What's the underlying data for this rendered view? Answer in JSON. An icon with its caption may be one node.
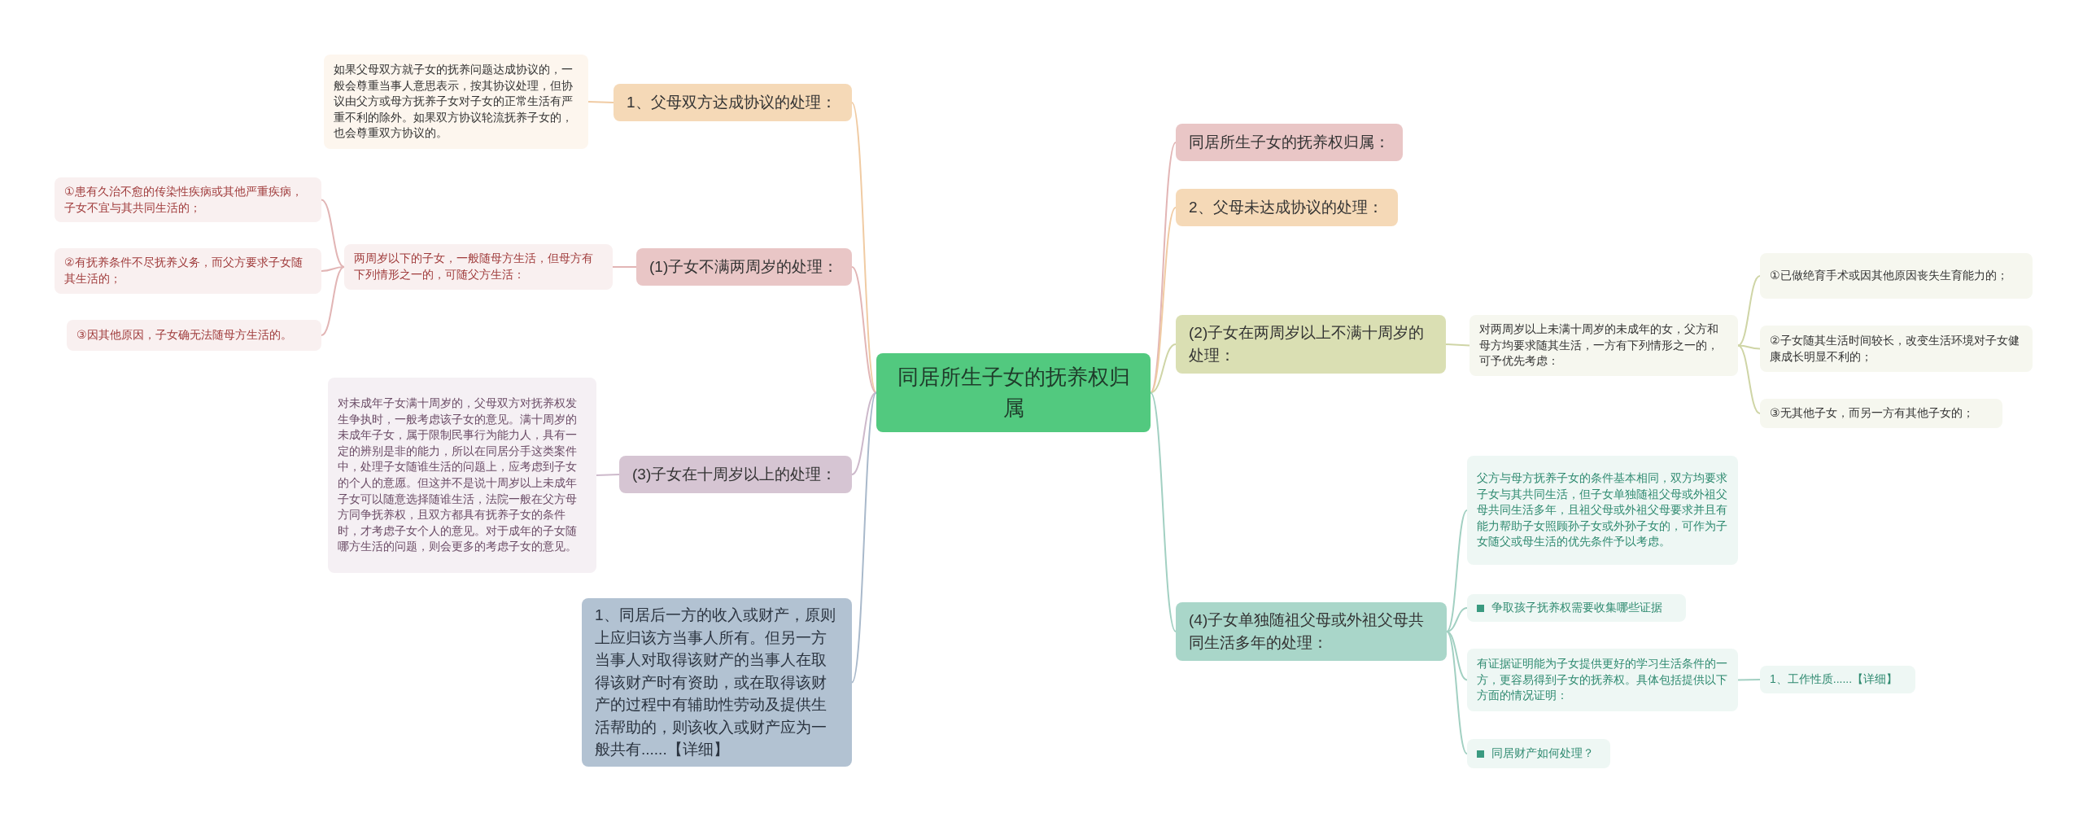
{
  "diagram": {
    "nodes": [
      {
        "text": [
          "同居所生子女的抚养权归属"
        ]
      },
      {
        "text": [
          "1、父母双方达成协议的处理："
        ]
      },
      {
        "text": [
          "如果父母双方就子女的抚养问题达成协议的，一般会尊重当事人意思表示，按其协议处理，但协议由父方或母方抚养子女对子女的正常生活有严重不利的除外。如果双方协议轮流抚养子女的，也会尊重双方协议的。"
        ]
      },
      {
        "text": [
          "(1)子女不满两周岁的处理："
        ]
      },
      {
        "text": [
          "两周岁以下的子女，一般随母方生活，但母方有下列情形之一的，可随父方生活："
        ]
      },
      {
        "text": [
          "①患有久治不愈的传染性疾病或其他严重疾病，子女不宜与其共同生活的；"
        ]
      },
      {
        "text": [
          "②有抚养条件不尽抚养义务，而父方要求子女随其生活的；"
        ]
      },
      {
        "text": [
          "③因其他原因，子女确无法随母方生活的。"
        ]
      },
      {
        "text": [
          "(3)子女在十周岁以上的处理："
        ]
      },
      {
        "text": [
          "对未成年子女满十周岁的，父母双方对抚养权发生争执时，一般考虑该子女的意见。满十周岁的未成年子女，属于限制民事行为能力人，具有一定的辨别是非的能力，所以在同居分手这类案件中，处理子女随谁生活的问题上，应考虑到子女的个人的意愿。但这并不是说十周岁以上未成年子女可以随意选择随谁生活，法院一般在父方母方同争抚养权，且双方都具有抚养子女的条件时，才考虑子女个人的意见。对于成年的子女随哪方生活的问题，则会更多的考虑子女的意见。"
        ]
      },
      {
        "text": [
          "1、同居后一方的收入或财产，原则上应归该方当事人所有。但另一方当事人对取得该财产的当事人在取得该财产时有资助，或在取得该财产的过程中有辅助性劳动及提供生活帮助的，则该收入或财产应为一般共有......【详细】"
        ]
      },
      {
        "text": [
          "同居所生子女的抚养权归属："
        ]
      },
      {
        "text": [
          "2、父母未达成协议的处理："
        ]
      },
      {
        "text": [
          "(2)子女在两周岁以上不满十周岁的处理："
        ]
      },
      {
        "text": [
          "对两周岁以上未满十周岁的未成年的女，父方和母方均要求随其生活，一方有下列情形之一的，可予优先考虑："
        ]
      },
      {
        "text": [
          "①已做绝育手术或因其他原因丧失生育能力的；"
        ]
      },
      {
        "text": [
          "②子女随其生活时间较长，改变生活环境对子女健康成长明显不利的；"
        ]
      },
      {
        "text": [
          "③无其他子女，而另一方有其他子女的；"
        ]
      },
      {
        "text": [
          "(4)子女单独随祖父母或外祖父母共同生活多年的处理："
        ]
      },
      {
        "text": [
          "父方与母方抚养子女的条件基本相同，双方均要求子女与其共同生活，但子女单独随祖父母或外祖父母共同生活多年，且祖父母或外祖父母要求并且有能力帮助子女照顾孙子女或外孙子女的，可作为子女随父或母生活的优先条件予以考虑。"
        ]
      },
      {
        "text": [
          "争取孩子抚养权需要收集哪些证据"
        ]
      },
      {
        "text": [
          "有证据证明能为子女提供更好的学习生活条件的一方，更容易得到子女的抚养权。具体包括提供以下方面的情况证明："
        ]
      },
      {
        "text": [
          "1、工作性质......【详细】"
        ]
      },
      {
        "text": [
          "同居财产如何处理？"
        ]
      }
    ],
    "edges": [
      {
        "from": 0,
        "to": 1,
        "arrow": "none",
        "color": "#f0cba3"
      },
      {
        "from": 1,
        "to": 2,
        "arrow": "none",
        "color": "#f0cba3"
      },
      {
        "from": 0,
        "to": 3,
        "arrow": "none",
        "color": "#e2b5b5"
      },
      {
        "from": 3,
        "to": 4,
        "arrow": "none",
        "color": "#e2b5b5"
      },
      {
        "from": 4,
        "to": 5,
        "arrow": "none",
        "color": "#e2b5b5"
      },
      {
        "from": 4,
        "to": 6,
        "arrow": "none",
        "color": "#e2b5b5"
      },
      {
        "from": 4,
        "to": 7,
        "arrow": "none",
        "color": "#e2b5b5"
      },
      {
        "from": 0,
        "to": 8,
        "arrow": "none",
        "color": "#cdb9cb"
      },
      {
        "from": 8,
        "to": 9,
        "arrow": "none",
        "color": "#cdb9cb"
      },
      {
        "from": 0,
        "to": 10,
        "arrow": "none",
        "color": "#a9b9cb"
      },
      {
        "from": 0,
        "to": 11,
        "arrow": "none",
        "color": "#e2b5b5"
      },
      {
        "from": 0,
        "to": 12,
        "arrow": "none",
        "color": "#f0cba3"
      },
      {
        "from": 0,
        "to": 13,
        "arrow": "none",
        "color": "#cfd5a6"
      },
      {
        "from": 13,
        "to": 14,
        "arrow": "none",
        "color": "#cfd5a6"
      },
      {
        "from": 14,
        "to": 15,
        "arrow": "none",
        "color": "#cfd5a6"
      },
      {
        "from": 14,
        "to": 16,
        "arrow": "none",
        "color": "#cfd5a6"
      },
      {
        "from": 14,
        "to": 17,
        "arrow": "none",
        "color": "#cfd5a6"
      },
      {
        "from": 0,
        "to": 18,
        "arrow": "none",
        "color": "#a2d0c2"
      },
      {
        "from": 18,
        "to": 19,
        "arrow": "none",
        "color": "#a2d0c2"
      },
      {
        "from": 18,
        "to": 20,
        "arrow": "none",
        "color": "#a2d0c2"
      },
      {
        "from": 18,
        "to": 21,
        "arrow": "none",
        "color": "#a2d0c2"
      },
      {
        "from": 21,
        "to": 22,
        "arrow": "none",
        "color": "#a2d0c2"
      },
      {
        "from": 18,
        "to": 23,
        "arrow": "none",
        "color": "#a2d0c2"
      }
    ]
  }
}
